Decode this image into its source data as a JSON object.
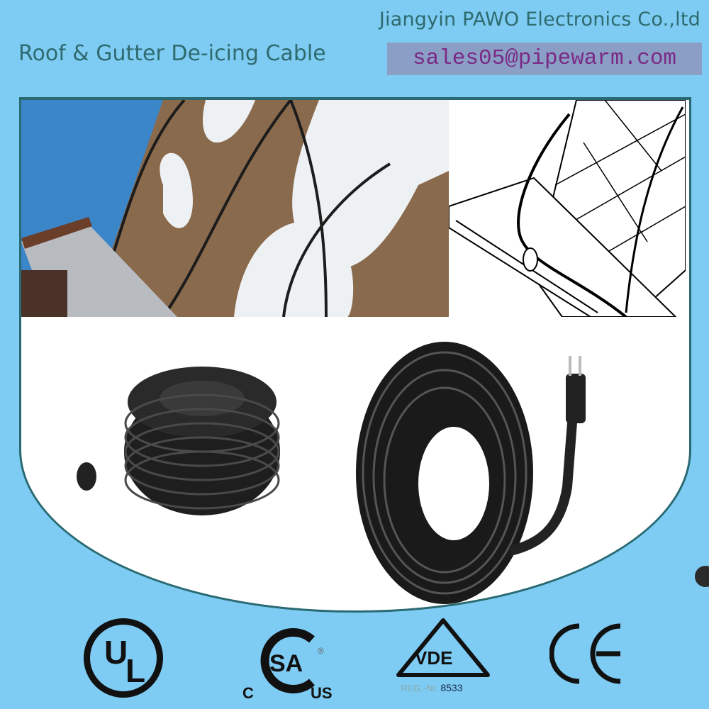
{
  "header": {
    "company": "Jiangyin PAWO Electronics Co.,ltd",
    "headline": "Roof & Gutter De-icing Cable",
    "email": "sales05@pipewarm.com"
  },
  "colors": {
    "background": "#7ecbf3",
    "frame_border": "#2a6a72",
    "title_text": "#2e6b6e",
    "email_bg": "#8b9fc6",
    "email_text": "#7a2a86"
  },
  "images": {
    "roof_photo": "roof-with-snow-and-deicing-cable-photo",
    "gutter_drawing": "gutter-cable-installation-line-drawing",
    "cable_coil_eu": "black-heating-cable-coil-with-eu-plug",
    "cable_coil_us": "black-heating-cable-coil-with-us-plug"
  },
  "certifications": {
    "ul": {
      "label": "UL",
      "letters": [
        "U",
        "L"
      ]
    },
    "csa": {
      "label": "CSA",
      "left": "C",
      "right": "US",
      "mark": "®"
    },
    "vde": {
      "label": "VDE",
      "reg_prefix": "REG.-Nr.",
      "reg_number": "8533"
    },
    "ce": {
      "label": "CE"
    }
  }
}
